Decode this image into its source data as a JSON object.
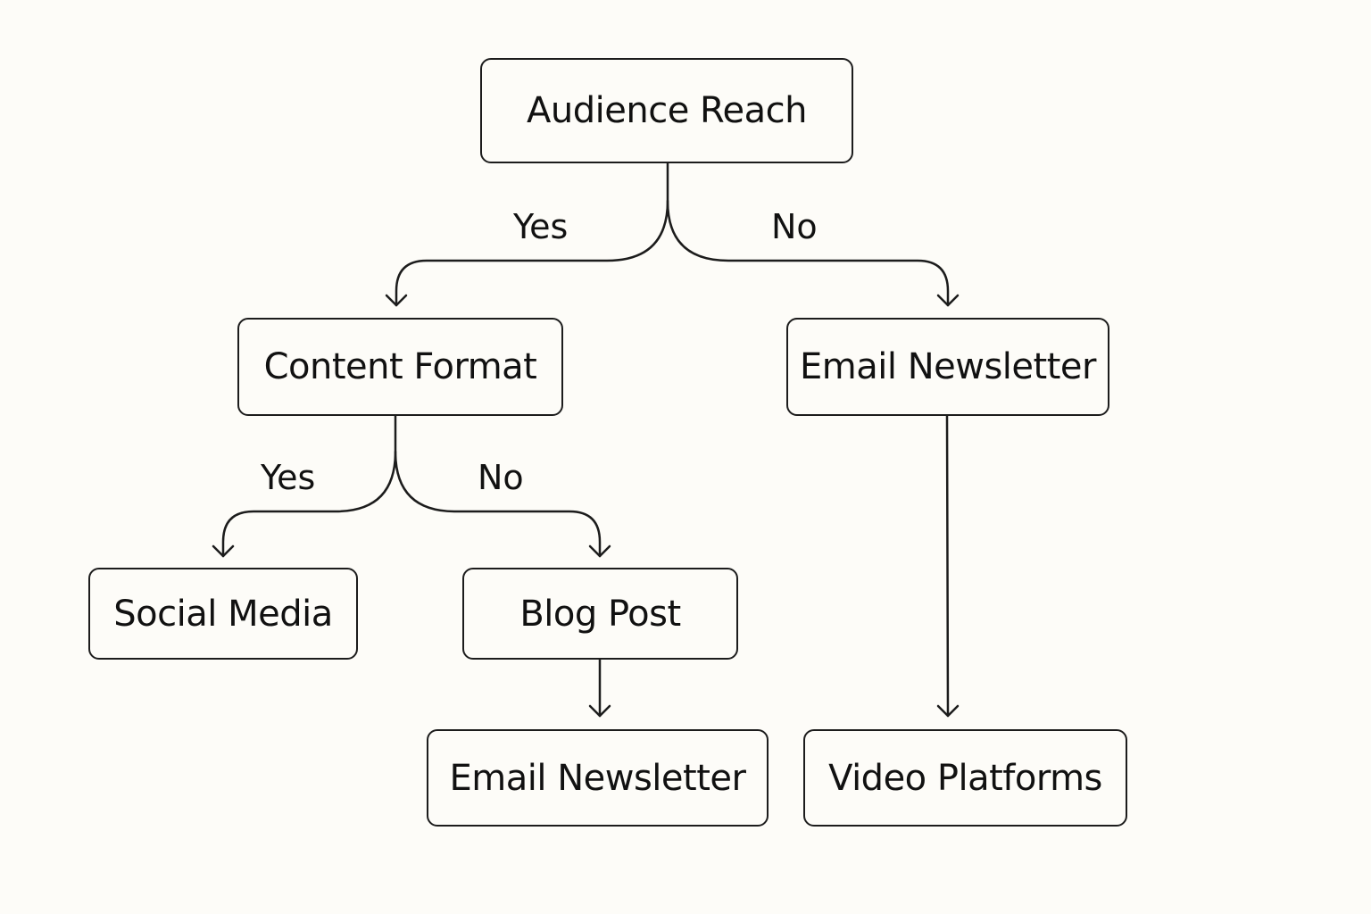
{
  "colors": {
    "background": "#fdfcf8",
    "stroke": "#1c1c1c",
    "text": "#111111"
  },
  "nodes": {
    "audience_reach": "Audience Reach",
    "content_format": "Content Format",
    "email_newsletter_right": "Email Newsletter",
    "social_media": "Social Media",
    "blog_post": "Blog Post",
    "email_newsletter_bottom": "Email Newsletter",
    "video_platforms": "Video Platforms"
  },
  "edge_labels": {
    "reach_yes": "Yes",
    "reach_no": "No",
    "format_yes": "Yes",
    "format_no": "No"
  }
}
